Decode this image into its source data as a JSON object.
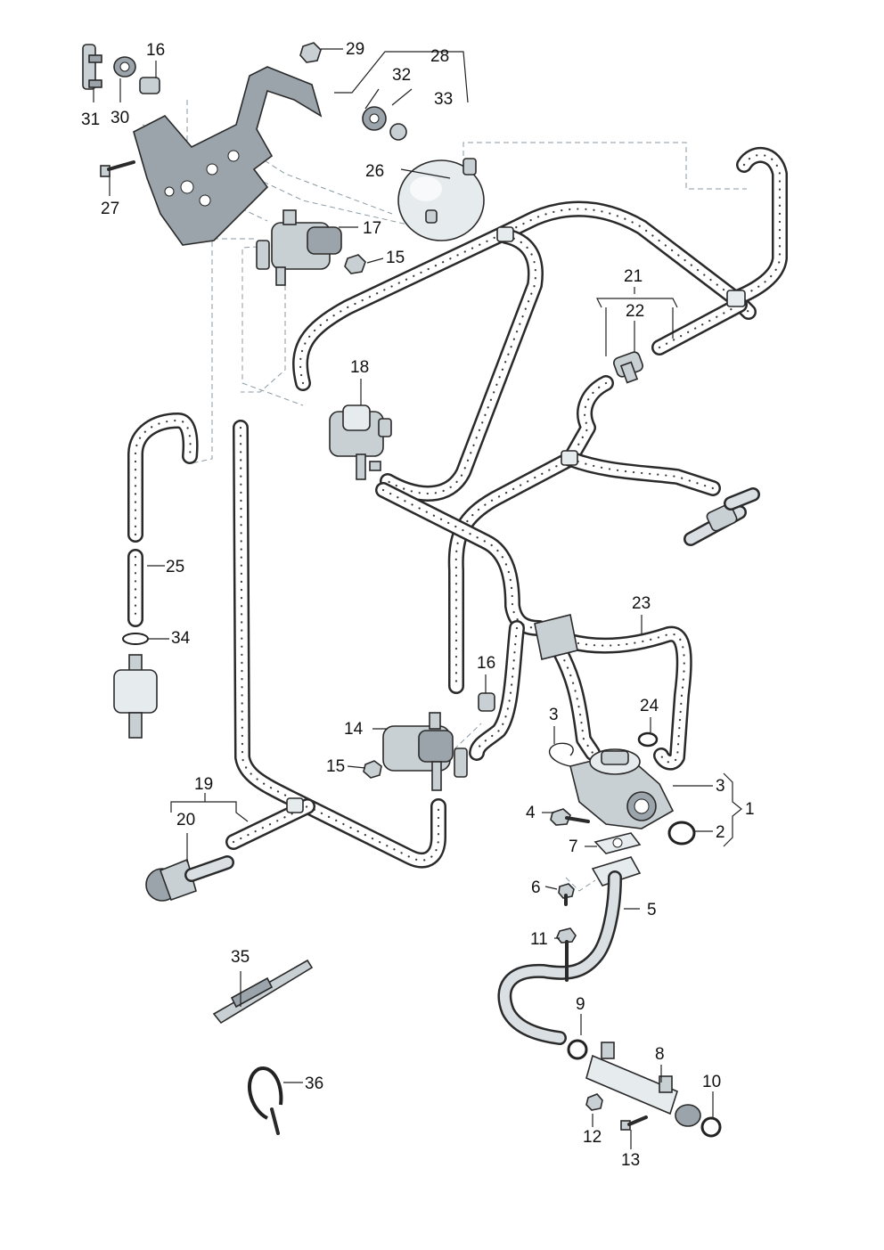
{
  "callouts": {
    "c1": "1",
    "c2": "2",
    "c3a": "3",
    "c3b": "3",
    "c4": "4",
    "c5": "5",
    "c6": "6",
    "c7": "7",
    "c8": "8",
    "c9": "9",
    "c10": "10",
    "c11": "11",
    "c12": "12",
    "c13": "13",
    "c14": "14",
    "c15a": "15",
    "c15b": "15",
    "c16a": "16",
    "c16b": "16",
    "c17": "17",
    "c18": "18",
    "c19": "19",
    "c20": "20",
    "c21": "21",
    "c22": "22",
    "c23": "23",
    "c24": "24",
    "c25": "25",
    "c26": "26",
    "c27": "27",
    "c28": "28",
    "c29": "29",
    "c30": "30",
    "c31": "31",
    "c32": "32",
    "c33": "33",
    "c34": "34",
    "c35": "35",
    "c36": "36"
  },
  "colors": {
    "ink": "#2a2a2a",
    "part_fill": "#c9d0d4",
    "hose_fill": "#ffffff",
    "dashed": "#8a9aa4"
  }
}
